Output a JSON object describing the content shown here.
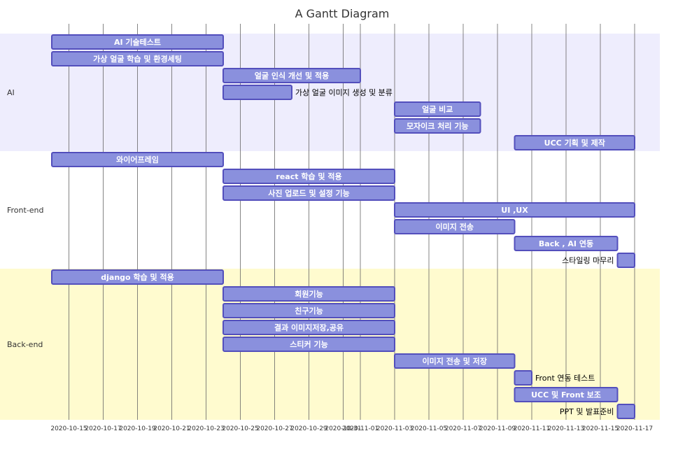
{
  "chart_data": {
    "type": "gantt",
    "title": "A Gantt Diagram",
    "colors": {
      "task_fill": "#8a90dd",
      "task_stroke": "#534fbc",
      "section_bands": [
        "#eeedfd",
        "#ffffff",
        "#fffbcf"
      ],
      "grid": "#666666"
    },
    "x_ticks": [
      "2020-10-15",
      "2020-10-17",
      "2020-10-19",
      "2020-10-21",
      "2020-10-23",
      "2020-10-25",
      "2020-10-27",
      "2020-10-29",
      "2020-10-31",
      "2020-11-01",
      "2020-11-03",
      "2020-11-05",
      "2020-11-07",
      "2020-11-09",
      "2020-11-11",
      "2020-11-13",
      "2020-11-15",
      "2020-11-17"
    ],
    "sections": [
      {
        "name": "AI",
        "tasks": [
          {
            "name": "AI 기술테스트",
            "start": "2020-10-14",
            "end": "2020-10-24"
          },
          {
            "name": "가상 얼굴 학습 및 환경세팅",
            "start": "2020-10-14",
            "end": "2020-10-24"
          },
          {
            "name": "얼굴 인식 개선 및 적용",
            "start": "2020-10-24",
            "end": "2020-11-01"
          },
          {
            "name": "가상 얼굴 이미지 생성 및 분류",
            "start": "2020-10-24",
            "end": "2020-10-28"
          },
          {
            "name": "얼굴 비교",
            "start": "2020-11-03",
            "end": "2020-11-08"
          },
          {
            "name": "모자이크 처리 기능",
            "start": "2020-11-03",
            "end": "2020-11-08"
          },
          {
            "name": "UCC 기획 및 제작",
            "start": "2020-11-10",
            "end": "2020-11-17"
          }
        ]
      },
      {
        "name": "Front-end",
        "tasks": [
          {
            "name": "와이어프레임",
            "start": "2020-10-14",
            "end": "2020-10-24"
          },
          {
            "name": "react 학습 및 적용",
            "start": "2020-10-24",
            "end": "2020-11-03"
          },
          {
            "name": "사진 업로드 및 설정 기능",
            "start": "2020-10-24",
            "end": "2020-11-03"
          },
          {
            "name": "UI ,UX",
            "start": "2020-11-03",
            "end": "2020-11-17"
          },
          {
            "name": "이미지 전송",
            "start": "2020-11-03",
            "end": "2020-11-10"
          },
          {
            "name": "Back , AI 연동",
            "start": "2020-11-10",
            "end": "2020-11-16"
          },
          {
            "name": "스타일링 마무리",
            "start": "2020-11-16",
            "end": "2020-11-17"
          }
        ]
      },
      {
        "name": "Back-end",
        "tasks": [
          {
            "name": "django 학습 및 적용",
            "start": "2020-10-14",
            "end": "2020-10-24"
          },
          {
            "name": "회원기능",
            "start": "2020-10-24",
            "end": "2020-11-03"
          },
          {
            "name": "친구기능",
            "start": "2020-10-24",
            "end": "2020-11-03"
          },
          {
            "name": "결과 이미지저장,공유",
            "start": "2020-10-24",
            "end": "2020-11-03"
          },
          {
            "name": "스티커 기능",
            "start": "2020-10-24",
            "end": "2020-11-03"
          },
          {
            "name": "이미지 전송 및 저장",
            "start": "2020-11-03",
            "end": "2020-11-10"
          },
          {
            "name": "Front 연동 테스트",
            "start": "2020-11-10",
            "end": "2020-11-11"
          },
          {
            "name": "UCC 및 Front 보조",
            "start": "2020-11-10",
            "end": "2020-11-16"
          },
          {
            "name": "PPT 및 발표준비",
            "start": "2020-11-16",
            "end": "2020-11-17"
          }
        ]
      }
    ]
  }
}
